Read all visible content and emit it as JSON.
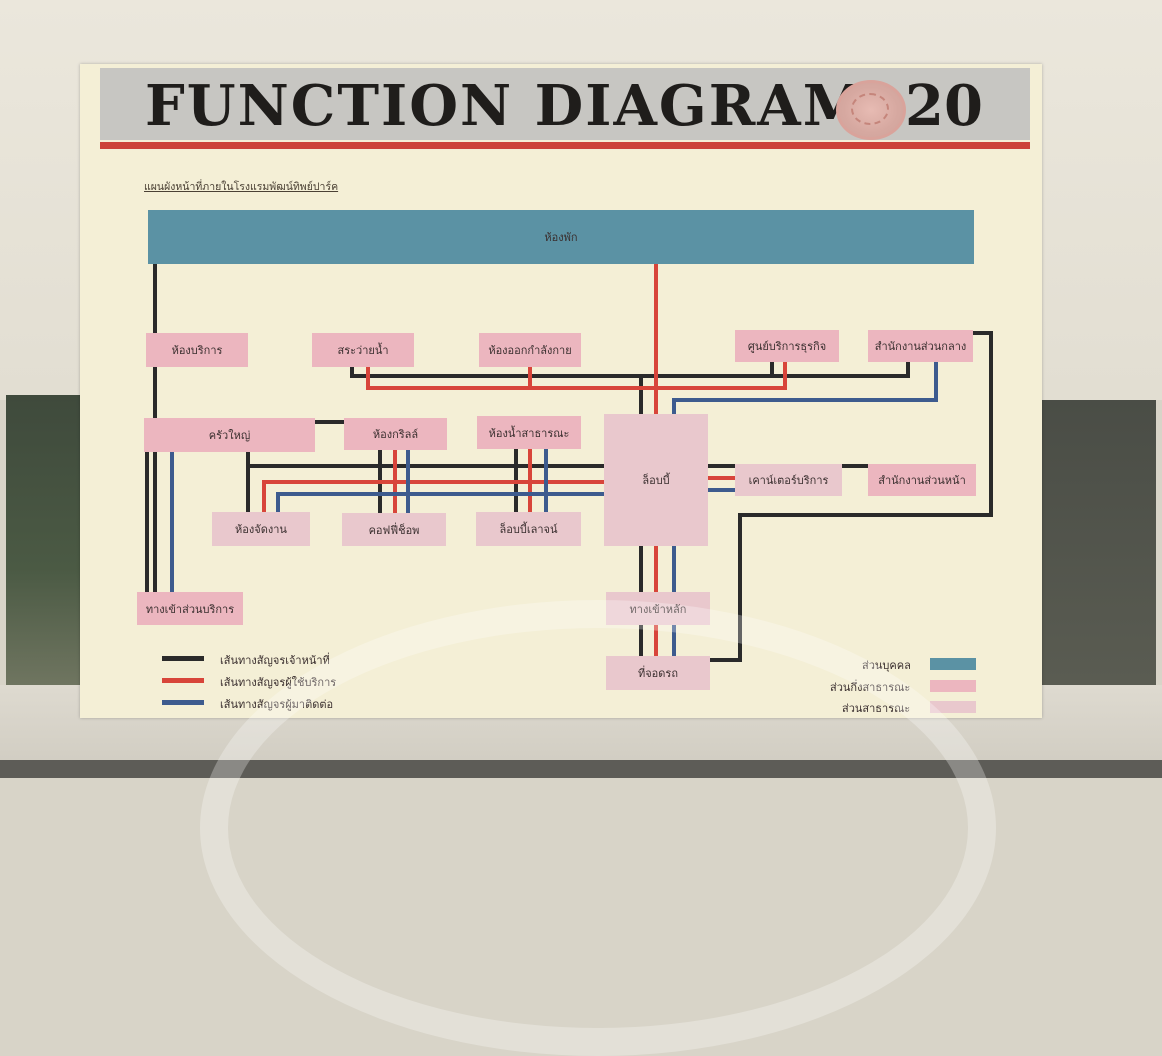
{
  "title": "FUNCTION DIAGRAM",
  "sheet_number": "20",
  "subtitle": "แผนผังหน้าที่ภายในโรงแรมพัฒน์ทิพย์ปาร์ค",
  "rooms": {
    "main": "ห้องพัก",
    "service_room": "ห้องบริการ",
    "pool": "สระว่ายน้ำ",
    "gym": "ห้องออกกำลังกาย",
    "business_center": "ศูนย์บริการธุรกิจ",
    "back_office": "สำนักงานส่วนกลาง",
    "kitchen": "ครัวใหญ่",
    "grill": "ห้องกริลล์",
    "toilet": "ห้องน้ำสาธารณะ",
    "lobby": "ล็อบบี้",
    "counter": "เคาน์เตอร์บริการ",
    "front_office": "สำนักงานส่วนหน้า",
    "banquet": "ห้องจัดงาน",
    "coffee_shop": "คอฟฟี่ช็อพ",
    "lobby_lounge": "ล็อบบี้เลาจน์",
    "service_entrance": "ทางเข้าส่วนบริการ",
    "main_entrance": "ทางเข้าหลัก",
    "parking": "ที่จอดรถ"
  },
  "legend": {
    "staff": "เส้นทางสัญจรเจ้าหน้าที่",
    "guest": "เส้นทางสัญจรผู้ใช้บริการ",
    "visitor": "เส้นทางสัญจรผู้มาติดต่อ",
    "private": "ส่วนบุคคล",
    "semi_public": "ส่วนกึ่งสาธารณะ",
    "public": "ส่วนสาธารณะ"
  },
  "colors": {
    "staff_line": "#2a2a2a",
    "guest_line": "#d8453a",
    "visitor_line": "#3d5b8e",
    "private_zone": "#5b92a4",
    "semi_public_zone": "#ecb6bf",
    "public_zone": "#e9c8cd"
  }
}
